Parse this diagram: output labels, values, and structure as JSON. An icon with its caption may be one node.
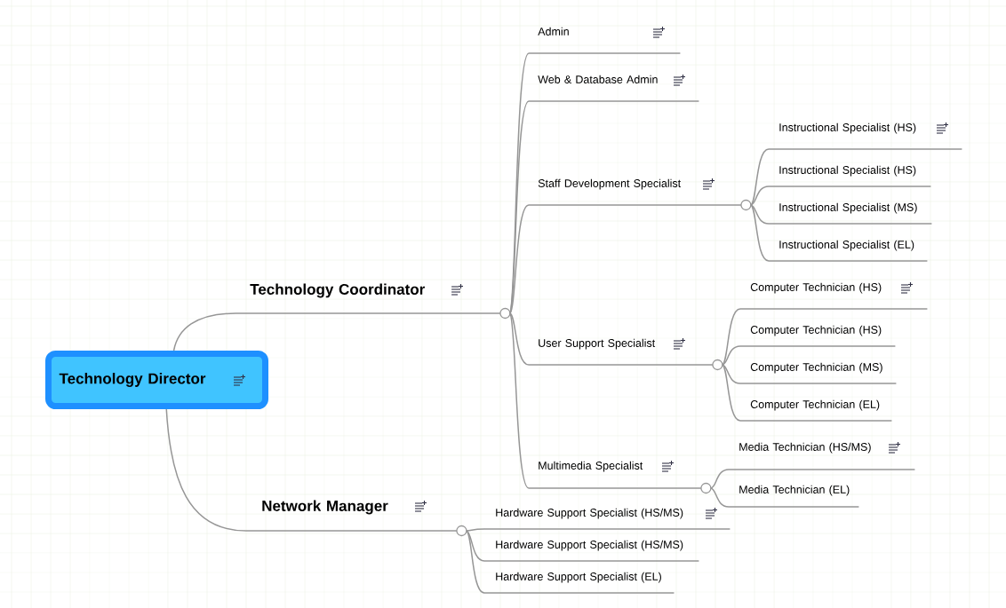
{
  "diagram": {
    "nodes": [
      {
        "text": [
          "Technology Director"
        ]
      },
      {
        "text": [
          "Technology Coordinator"
        ]
      },
      {
        "text": [
          "Admin"
        ]
      },
      {
        "text": [
          "Web & Database Admin"
        ]
      },
      {
        "text": [
          "Staff Development Specialist"
        ]
      },
      {
        "text": [
          "Instructional Specialist (HS)"
        ]
      },
      {
        "text": [
          "Instructional Specialist (HS)"
        ]
      },
      {
        "text": [
          "Instructional Specialist (MS)"
        ]
      },
      {
        "text": [
          "Instructional Specialist (EL)"
        ]
      },
      {
        "text": [
          "User Support Specialist"
        ]
      },
      {
        "text": [
          "Computer Technician (HS)"
        ]
      },
      {
        "text": [
          "Computer Technician (HS)"
        ]
      },
      {
        "text": [
          "Computer Technician (MS)"
        ]
      },
      {
        "text": [
          "Computer Technician (EL)"
        ]
      },
      {
        "text": [
          "Multimedia Specialist"
        ]
      },
      {
        "text": [
          "Media Technician (HS/MS)"
        ]
      },
      {
        "text": [
          "Media Technician (EL)"
        ]
      },
      {
        "text": [
          "Network Manager"
        ]
      },
      {
        "text": [
          "Hardware Support Specialist (HS/MS)"
        ]
      },
      {
        "text": [
          "Hardware Support Specialist (HS/MS)"
        ]
      },
      {
        "text": [
          "Hardware Support Specialist (EL)"
        ]
      }
    ],
    "edges": [
      {
        "from": 0,
        "to": 1,
        "arrow": "none"
      },
      {
        "from": 1,
        "to": 2,
        "arrow": "none"
      },
      {
        "from": 1,
        "to": 3,
        "arrow": "none"
      },
      {
        "from": 1,
        "to": 4,
        "arrow": "none"
      },
      {
        "from": 4,
        "to": 5,
        "arrow": "none"
      },
      {
        "from": 4,
        "to": 6,
        "arrow": "none"
      },
      {
        "from": 4,
        "to": 7,
        "arrow": "none"
      },
      {
        "from": 4,
        "to": 8,
        "arrow": "none"
      },
      {
        "from": 1,
        "to": 9,
        "arrow": "none"
      },
      {
        "from": 9,
        "to": 10,
        "arrow": "none"
      },
      {
        "from": 9,
        "to": 11,
        "arrow": "none"
      },
      {
        "from": 9,
        "to": 12,
        "arrow": "none"
      },
      {
        "from": 9,
        "to": 13,
        "arrow": "none"
      },
      {
        "from": 1,
        "to": 14,
        "arrow": "none"
      },
      {
        "from": 14,
        "to": 15,
        "arrow": "none"
      },
      {
        "from": 14,
        "to": 16,
        "arrow": "none"
      },
      {
        "from": 0,
        "to": 17,
        "arrow": "none"
      },
      {
        "from": 17,
        "to": 18,
        "arrow": "none"
      },
      {
        "from": 17,
        "to": 19,
        "arrow": "none"
      },
      {
        "from": 17,
        "to": 20,
        "arrow": "none"
      }
    ]
  }
}
